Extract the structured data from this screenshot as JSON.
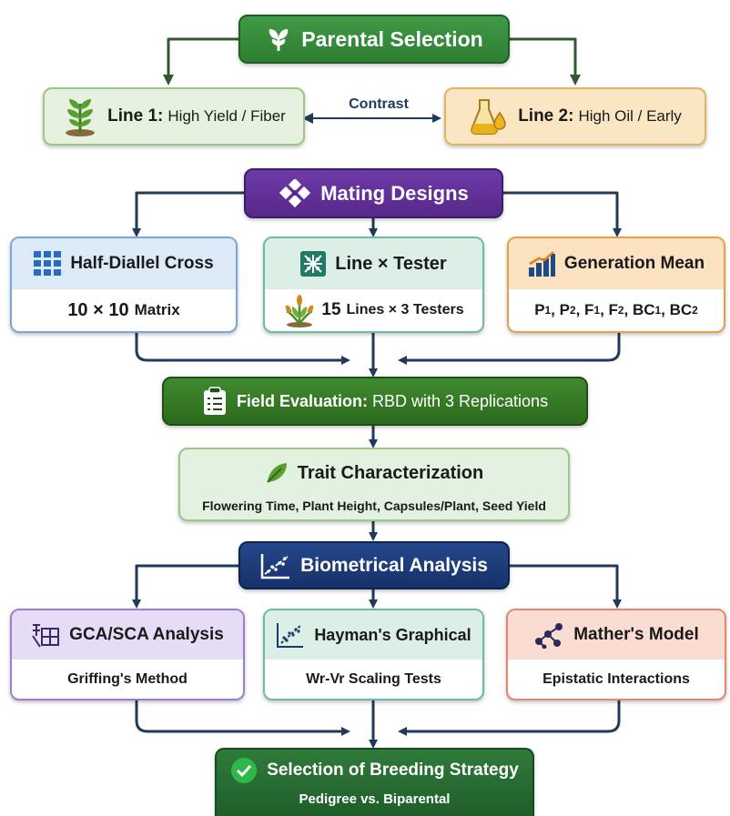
{
  "parental": {
    "title": "Parental Selection",
    "line1_label": "Line 1:",
    "line1_desc": "High Yield / Fiber",
    "line2_label": "Line 2:",
    "line2_desc": "High Oil / Early",
    "contrast": "Contrast"
  },
  "mating": {
    "title": "Mating Designs",
    "half_diallel": {
      "title": "Half-Diallel Cross",
      "detail_bold": "10 × 10",
      "detail_rest": "Matrix"
    },
    "line_tester": {
      "title": "Line × Tester",
      "detail_bold": "15",
      "detail_rest": "Lines × 3 Testers"
    },
    "generation_mean": {
      "title": "Generation Mean"
    }
  },
  "field": {
    "title_bold": "Field Evaluation:",
    "title_rest": "RBD with 3 Replications"
  },
  "trait": {
    "title": "Trait Characterization",
    "detail": "Flowering Time, Plant Height, Capsules/Plant, Seed Yield"
  },
  "biometrical": {
    "title": "Biometrical Analysis"
  },
  "analyses": {
    "gca": {
      "title": "GCA/SCA Analysis",
      "detail": "Griffing's Method"
    },
    "hayman": {
      "title": "Hayman's Graphical",
      "detail": "Wr-Vr Scaling Tests"
    },
    "mather": {
      "title": "Mather's Model",
      "detail": "Epistatic Interactions"
    }
  },
  "strategy": {
    "title": "Selection of Breeding Strategy",
    "detail": "Pedigree vs. Biparental"
  },
  "colors": {
    "green_dark": "#2e7d32",
    "purple": "#5e2d91",
    "navy": "#1a3a7a",
    "arrow": "#1f3a5a"
  }
}
